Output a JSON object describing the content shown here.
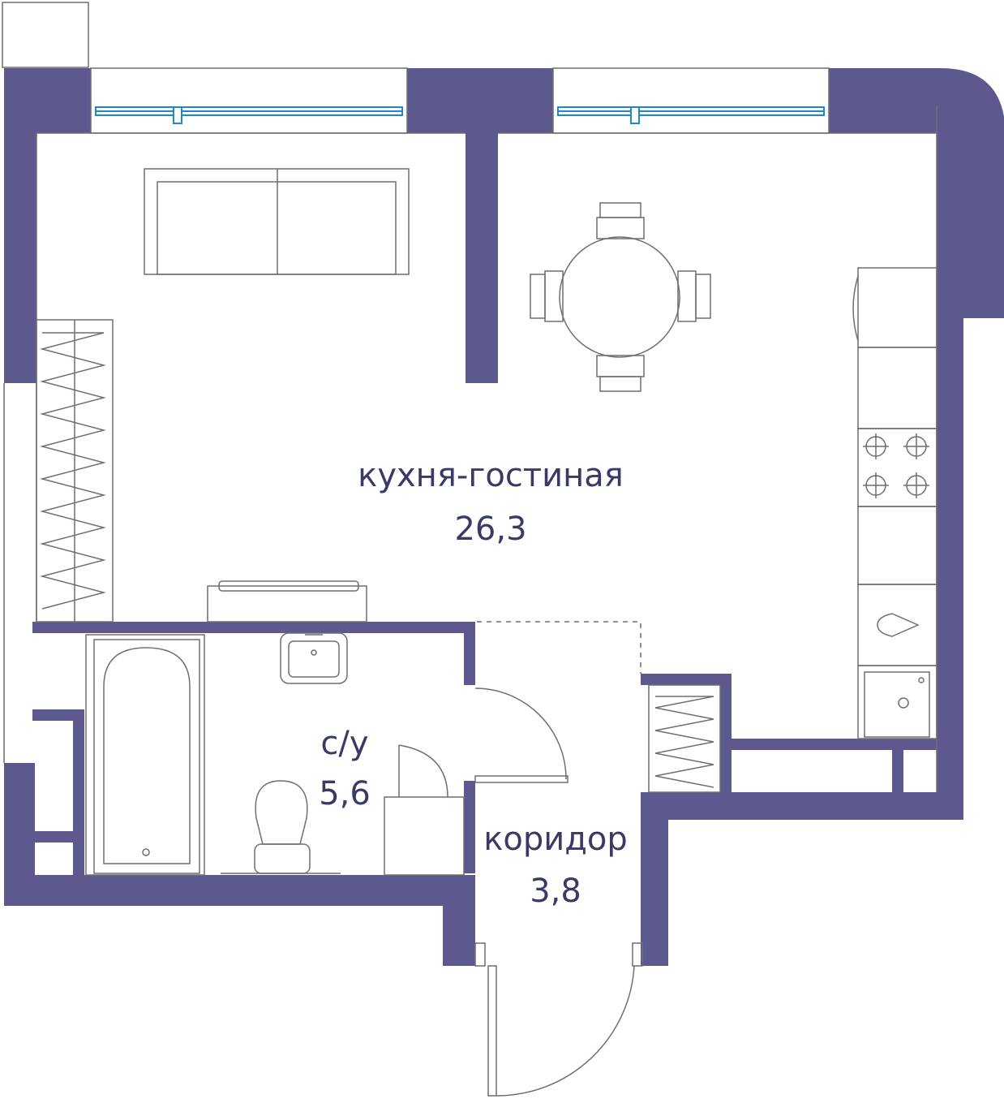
{
  "colors": {
    "wall": "#5d588e",
    "line": "#6f6f6f",
    "window": "#1e88c8",
    "text": "#3a3a66",
    "background": "#ffffff"
  },
  "rooms": [
    {
      "id": "kitchen",
      "name": "кухня-гостиная",
      "area": "26,3"
    },
    {
      "id": "bath",
      "name": "с/у",
      "area": "5,6"
    },
    {
      "id": "corridor",
      "name": "коридор",
      "area": "3,8"
    }
  ],
  "furniture": [
    "sofa",
    "dining-table",
    "chair",
    "wardrobe",
    "tv-stand",
    "refrigerator",
    "kitchen-counter",
    "hob",
    "oven",
    "kitchen-sink",
    "bathtub",
    "washbasin",
    "toilet",
    "washing-machine",
    "closet",
    "window",
    "door"
  ]
}
